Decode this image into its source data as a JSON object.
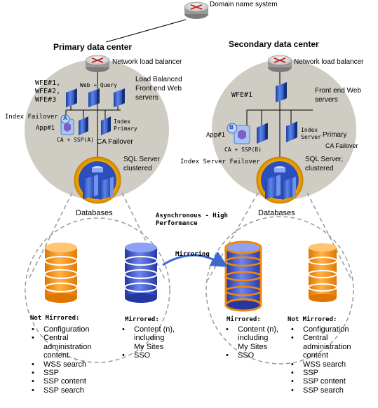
{
  "top": {
    "dns_label": "Domain name system"
  },
  "primary": {
    "title": "Primary data center",
    "nlb_label": "Network load balancer",
    "wfe_labels": [
      "WFE#1,",
      "WFE#2,",
      "WFE#3"
    ],
    "web_query_label": "Web + Query",
    "lb_label_1": "Load Balanced",
    "lb_label_2": "Front end Web",
    "lb_label_3": "servers",
    "index_failover": "Index Failover",
    "app_label": "App#1",
    "badge": "A",
    "index_primary_1": "Index",
    "index_primary_2": "Primary",
    "ca_ssp": "CA + SSP(A)",
    "ca_failover": "CA Failover",
    "sql_1": "SQL Server",
    "sql_2": "clustered",
    "db_label": "Databases",
    "not_mirrored_title": "Not Mirrored:",
    "not_mirrored_items": [
      "Configuration",
      "Central",
      "administration",
      "content",
      "WSS search",
      "SSP",
      "SSP content",
      "SSP search"
    ],
    "mirrored_title": "Mirrored:",
    "mirrored_items": [
      "Content (n),",
      "including",
      "My Sites",
      "SSO"
    ]
  },
  "middle": {
    "async_1": "Asynchronous - High",
    "async_2": "Performance",
    "mirroring": "Mirroring"
  },
  "secondary": {
    "title": "Secondary data center",
    "nlb_label": "Network load balancer",
    "wfe_label": "WFE#1",
    "fe_1": "Front end Web",
    "fe_2": "servers",
    "app_label": "App#1",
    "badge": "B",
    "index_server_1": "Index",
    "index_server_2": "Server",
    "primary_label": "Primary",
    "ca_ssp": "CA + SSP(B)",
    "ca_failover": "CA Failover",
    "index_server_failover": "Index Server Failover",
    "sql_1": "SQL Server,",
    "sql_2": "clustered",
    "db_label": "Databases",
    "mirrored_title": "Mirrored:",
    "mirrored_items": [
      "Content (n),",
      "including",
      "My Sites",
      "SSO"
    ],
    "not_mirrored_title": "Not Mirrored:",
    "not_mirrored_items": [
      "Configuration",
      "Central",
      "administration",
      "content",
      "WSS search",
      "SSP",
      "SSP content",
      "SSP search"
    ]
  },
  "colors": {
    "cloud": "#cfccc4",
    "server_blue": "#3a5fc4",
    "db_orange": "#f28c0c",
    "db_blue": "#3e55c8",
    "router_red": "#c8211e",
    "dashed": "#9a9a9a"
  }
}
